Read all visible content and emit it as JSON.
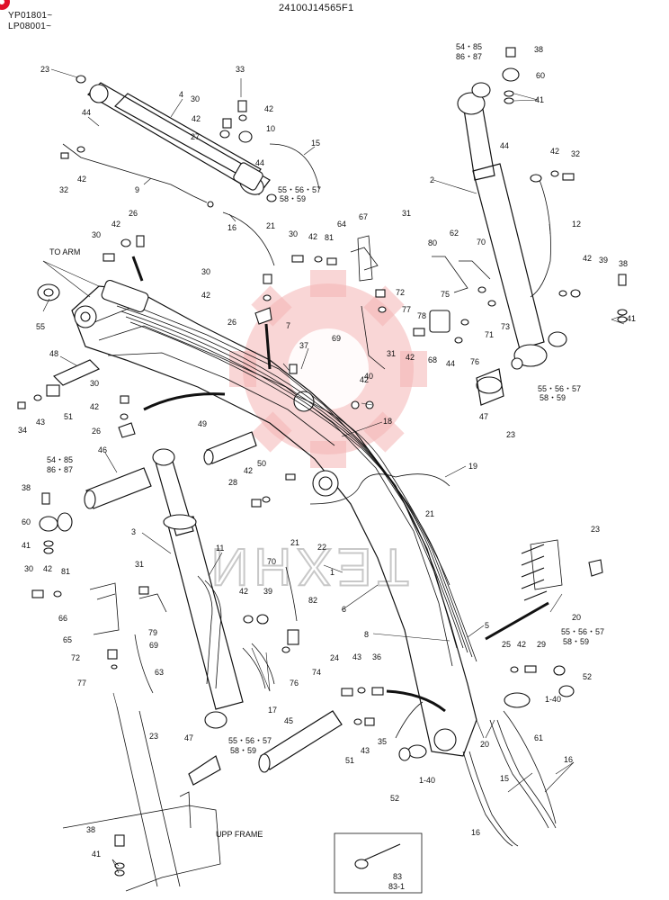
{
  "header": {
    "serial_1": "YP01801~",
    "serial_2": "LP08001~",
    "drawing_number": "24100J14565F1"
  },
  "colors": {
    "watermark": "#f4b4b4",
    "corner_badge": "#e0102a"
  },
  "watermark_text": "ТЕХНИ",
  "notes": {
    "to_arm": "TO ARM",
    "upp_frame": "UPP FRAME"
  },
  "callouts": {
    "c1": "1",
    "c1_40a": "1-40",
    "c1_40b": "1-40",
    "c2": "2",
    "c3": "3",
    "c4": "4",
    "c5": "5",
    "c6": "6",
    "c7": "7",
    "c8": "8",
    "c9": "9",
    "c10": "10",
    "c11": "11",
    "c12": "12",
    "c15a": "15",
    "c15b": "15",
    "c16a": "16",
    "c16b": "16",
    "c16c": "16",
    "c17": "17",
    "c18": "18",
    "c19": "19",
    "c20a": "20",
    "c20b": "20",
    "c21a": "21",
    "c21b": "21",
    "c21c": "21",
    "c22": "22",
    "c23a": "23",
    "c23b": "23",
    "c23c": "23",
    "c23d": "23",
    "c24": "24",
    "c25": "25",
    "c26a": "26",
    "c26b": "26",
    "c26c": "26",
    "c27": "27",
    "c28": "28",
    "c29": "29",
    "c30a": "30",
    "c30b": "30",
    "c30c": "30",
    "c30d": "30",
    "c30e": "30",
    "c30f": "30",
    "c31a": "31",
    "c31b": "31",
    "c31c": "31",
    "c32a": "32",
    "c32b": "32",
    "c33": "33",
    "c34": "34",
    "c35": "35",
    "c36": "36",
    "c37": "37",
    "c38a": "38",
    "c38b": "38",
    "c38c": "38",
    "c38d": "38",
    "c39a": "39",
    "c39b": "39",
    "c40": "40",
    "c41a": "41",
    "c41b": "41",
    "c41c": "41",
    "c41d": "41",
    "c42a": "42",
    "c42b": "42",
    "c42c": "42",
    "c42d": "42",
    "c42e": "42",
    "c42f": "42",
    "c42g": "42",
    "c42h": "42",
    "c42i": "42",
    "c42j": "42",
    "c42k": "42",
    "c42l": "42",
    "c42m": "42",
    "c42n": "42",
    "c42o": "42",
    "c43a": "43",
    "c43b": "43",
    "c43c": "43",
    "c44a": "44",
    "c44b": "44",
    "c44c": "44",
    "c44d": "44",
    "c45": "45",
    "c46": "46",
    "c47a": "47",
    "c47b": "47",
    "c48": "48",
    "c49": "49",
    "c50": "50",
    "c51a": "51",
    "c51b": "51",
    "c52a": "52",
    "c52b": "52",
    "c54_85a": "54・85",
    "c86_87a": "86・87",
    "c54_85b": "54・85",
    "c86_87b": "86・87",
    "c55": "55",
    "c55_57a": "55・56・57",
    "c58_59a": "58・59",
    "c55_57b": "55・56・57",
    "c58_59b": "58・59",
    "c55_57c": "55・56・57",
    "c58_59c": "58・59",
    "c55_57d": "55・56・57",
    "c58_59d": "58・59",
    "c60a": "60",
    "c60b": "60",
    "c61": "61",
    "c62": "62",
    "c63": "63",
    "c64": "64",
    "c65": "65",
    "c66": "66",
    "c67": "67",
    "c68": "68",
    "c69a": "69",
    "c69b": "69",
    "c70a": "70",
    "c70b": "70",
    "c71": "71",
    "c72a": "72",
    "c72b": "72",
    "c73": "73",
    "c74": "74",
    "c75": "75",
    "c76a": "76",
    "c76b": "76",
    "c77a": "77",
    "c77b": "77",
    "c78": "78",
    "c79": "79",
    "c80": "80",
    "c81a": "81",
    "c81b": "81",
    "c82": "82",
    "c83": "83",
    "c83_1": "83-1"
  }
}
